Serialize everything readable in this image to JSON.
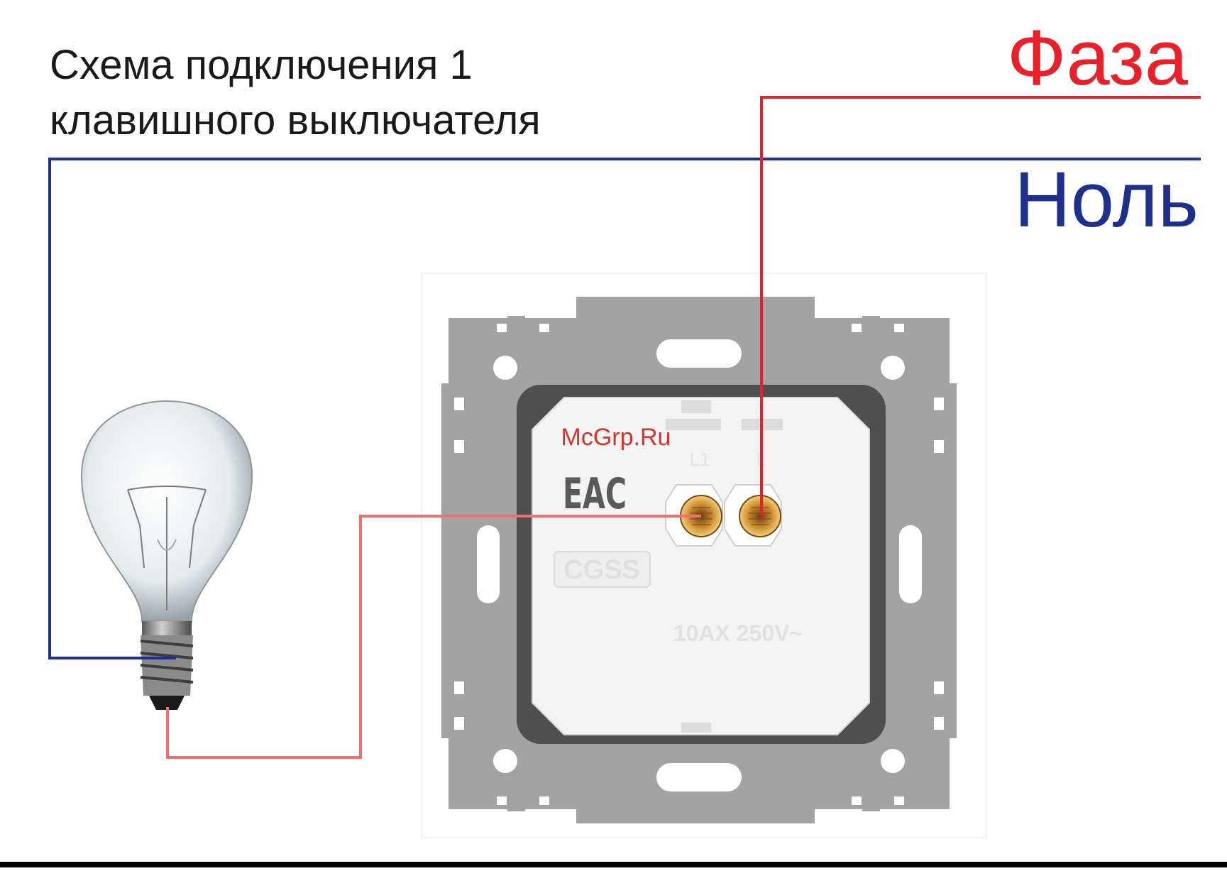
{
  "title": {
    "line1": "Схема подключения 1",
    "line2": "клавишного выключателя"
  },
  "wires": {
    "phase": {
      "label": "Фаза",
      "color": "#e8202a"
    },
    "neutral": {
      "label": "Ноль",
      "color": "#1f2f8c"
    },
    "load": {
      "color": "#f07070"
    }
  },
  "switch": {
    "terminal_l1": "L1",
    "terminal_l": "L",
    "cert_mark": "EAC",
    "brand": "CGSS",
    "rating": "10AX 250V~",
    "watermark": "McGrp.Ru",
    "frame_color": "#a3a3a3",
    "body_color": "#f3f3f3"
  },
  "lamp": {
    "glass_color": "#e9eef1",
    "base_color": "#8a8a8a"
  }
}
